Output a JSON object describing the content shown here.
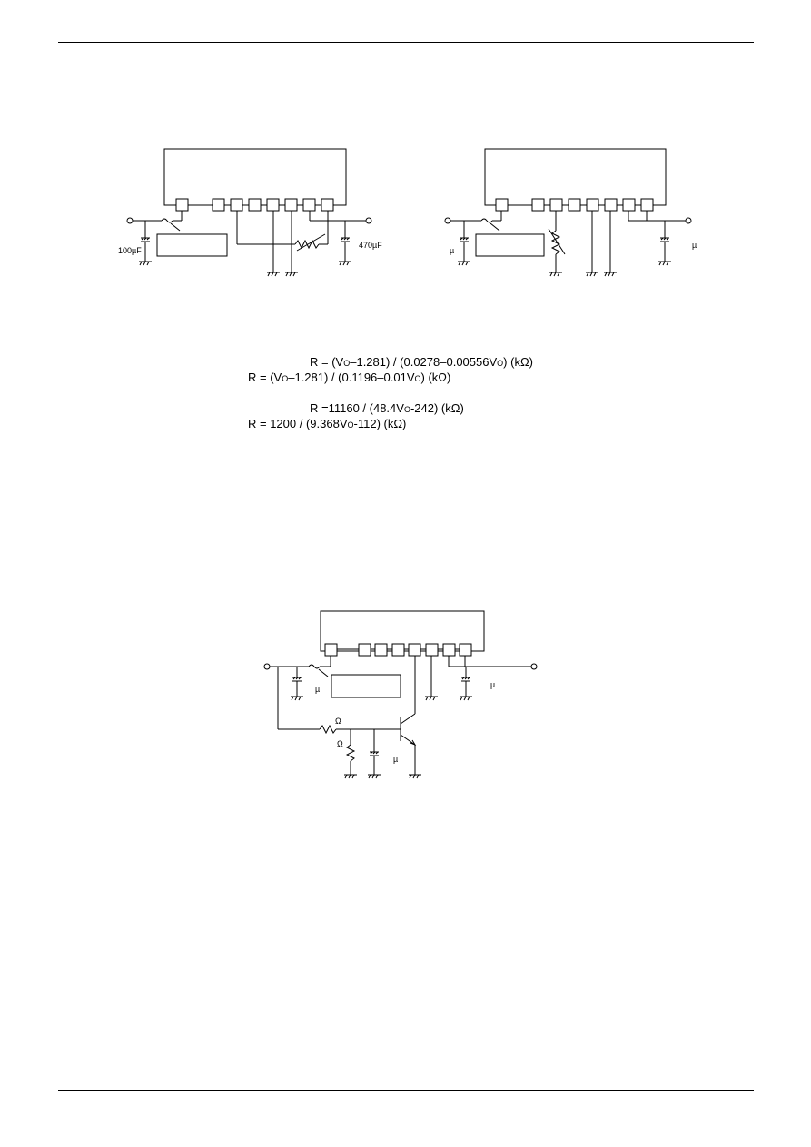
{
  "diagram1": {
    "cap_in_label": "100µF",
    "cap_out_label": "470µF"
  },
  "diagram2": {
    "cap_in_label": "µ",
    "cap_out_label": "µ"
  },
  "diagram3": {
    "cap_in_label": "µ",
    "cap_out_label": "µ",
    "res_h_label": "Ω",
    "res_v_label": "Ω",
    "cap_base_label": "µ"
  },
  "equations": [
    {
      "pre": "R = (V",
      "sub": "O",
      "mid": "–1.281) / (0.0278–0.00556V",
      "sub2": "O",
      "post": ") (kΩ)"
    },
    {
      "pre": "R = (V",
      "sub": "O",
      "mid": "–1.281) / (0.1196–0.01V",
      "sub2": "O",
      "post": ") (kΩ)"
    },
    {
      "pre": "R =11160 / (48.4V",
      "sub": "O",
      "mid": "-242) (kΩ)",
      "sub2": "",
      "post": ""
    },
    {
      "pre": "R = 1200 / (9.368V",
      "sub": "O",
      "mid": "-112) (kΩ)",
      "sub2": "",
      "post": ""
    }
  ]
}
